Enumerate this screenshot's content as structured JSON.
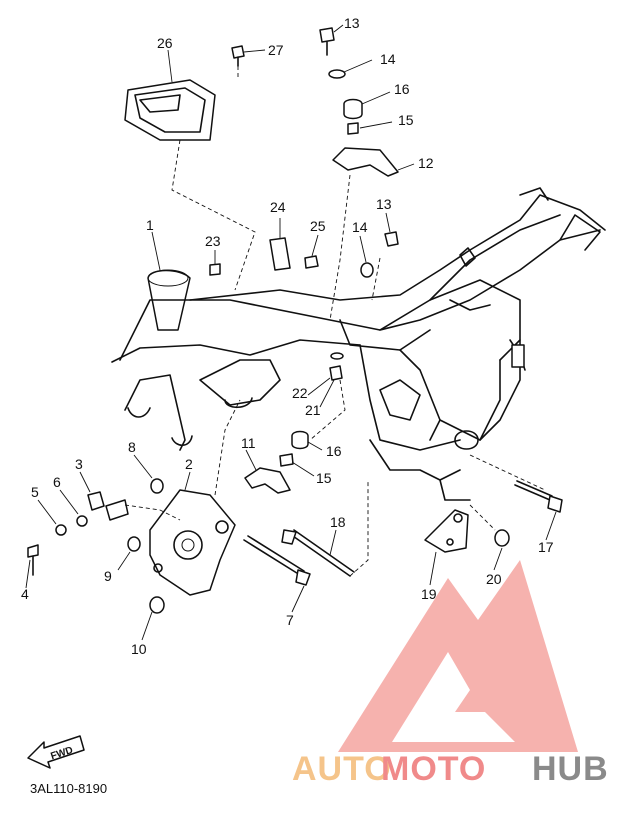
{
  "diagram": {
    "drawing_code": "3AL110-8190",
    "fwd_label": "FWD",
    "parts": [
      {
        "id": "1",
        "label": "1"
      },
      {
        "id": "2",
        "label": "2"
      },
      {
        "id": "3",
        "label": "3"
      },
      {
        "id": "4",
        "label": "4"
      },
      {
        "id": "5",
        "label": "5"
      },
      {
        "id": "6",
        "label": "6"
      },
      {
        "id": "7",
        "label": "7"
      },
      {
        "id": "8",
        "label": "8"
      },
      {
        "id": "9",
        "label": "9"
      },
      {
        "id": "10",
        "label": "10"
      },
      {
        "id": "11",
        "label": "11"
      },
      {
        "id": "12",
        "label": "12"
      },
      {
        "id": "13a",
        "label": "13"
      },
      {
        "id": "13b",
        "label": "13"
      },
      {
        "id": "14a",
        "label": "14"
      },
      {
        "id": "14b",
        "label": "14"
      },
      {
        "id": "15a",
        "label": "15"
      },
      {
        "id": "15b",
        "label": "15"
      },
      {
        "id": "16a",
        "label": "16"
      },
      {
        "id": "16b",
        "label": "16"
      },
      {
        "id": "17",
        "label": "17"
      },
      {
        "id": "18",
        "label": "18"
      },
      {
        "id": "19",
        "label": "19"
      },
      {
        "id": "20",
        "label": "20"
      },
      {
        "id": "21",
        "label": "21"
      },
      {
        "id": "22",
        "label": "22"
      },
      {
        "id": "23",
        "label": "23"
      },
      {
        "id": "24",
        "label": "24"
      },
      {
        "id": "25",
        "label": "25"
      },
      {
        "id": "26",
        "label": "26"
      },
      {
        "id": "27",
        "label": "27"
      }
    ]
  },
  "watermark": {
    "part1": "AUTO",
    "part2": "MOTO",
    "part3": "HUB",
    "colors": {
      "auto": "#f5c48a",
      "moto": "#f08a8a",
      "hub": "#8a8a8a",
      "logo": "#f28b82"
    }
  }
}
